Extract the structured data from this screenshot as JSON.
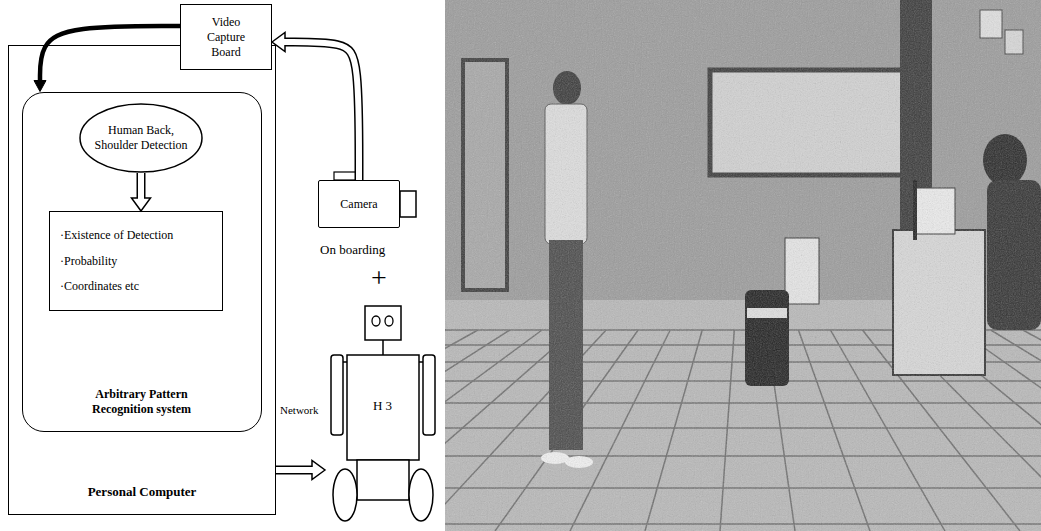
{
  "diagram": {
    "nodes": [
      {
        "text": [
          "Personal Computer"
        ]
      },
      {
        "text": [
          "Video Capture Board"
        ]
      },
      {
        "text": [
          "Arbitrary Pattern Recognition system"
        ],
        "in": 0
      },
      {
        "text": [
          "Human Back, Shoulder Detection"
        ],
        "in": 2
      },
      {
        "text": [
          "·Existence of Detection",
          "·Probability",
          "·Coordinates etc"
        ],
        "in": 2
      },
      {
        "text": [
          "Camera"
        ]
      },
      {
        "text": [
          "H 3"
        ]
      }
    ],
    "edges": [
      {
        "from": 1,
        "to": 2,
        "arrow": "to"
      },
      {
        "from": 3,
        "to": 4,
        "arrow": "to"
      },
      {
        "from": 5,
        "to": 1,
        "arrow": "to"
      },
      {
        "from": 0,
        "to": 6,
        "arrow": "to"
      }
    ],
    "labels": [
      "On boarding",
      "+",
      "Network"
    ]
  }
}
